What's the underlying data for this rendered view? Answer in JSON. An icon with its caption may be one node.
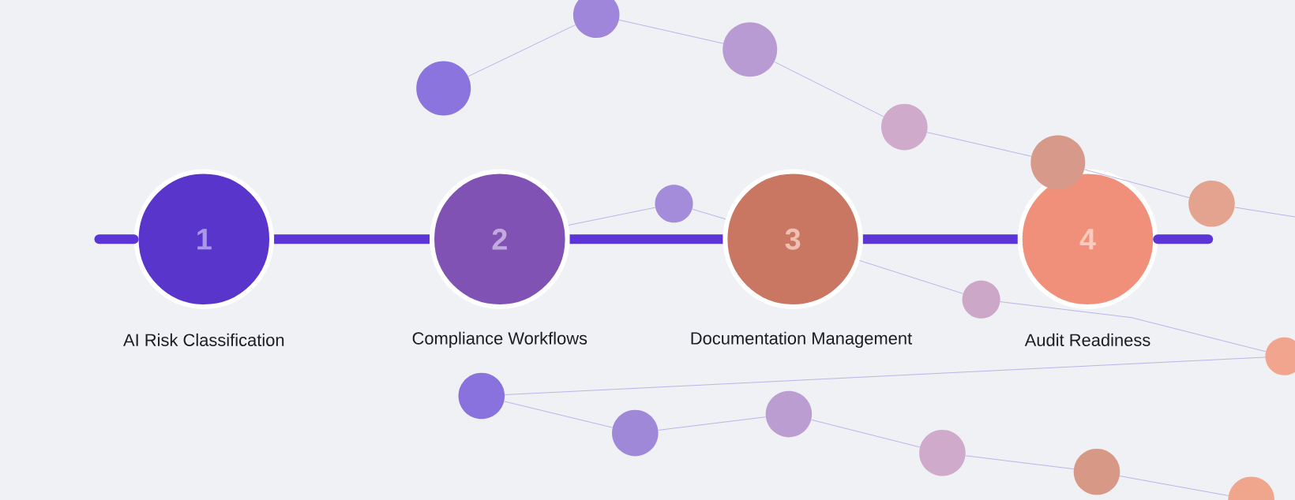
{
  "diagram": {
    "nodes": [
      {
        "text": [
          "1"
        ],
        "beside": [
          "AI Risk Classification"
        ]
      },
      {
        "text": [
          "2"
        ],
        "beside": [
          "Compliance Workflows"
        ]
      },
      {
        "text": [
          "3"
        ],
        "beside": [
          "Documentation Management"
        ]
      },
      {
        "text": [
          "4"
        ],
        "beside": [
          "Audit Readiness"
        ]
      },
      {
        "text": [],
        "shape": "circle"
      },
      {
        "text": [],
        "shape": "circle"
      },
      {
        "text": [],
        "shape": "circle"
      },
      {
        "text": [],
        "shape": "circle"
      },
      {
        "text": [],
        "shape": "circle"
      },
      {
        "text": [],
        "shape": "circle"
      },
      {
        "text": [],
        "shape": "circle"
      },
      {
        "text": [],
        "shape": "circle"
      },
      {
        "text": [],
        "shape": "circle"
      },
      {
        "text": [],
        "shape": "circle"
      },
      {
        "text": [],
        "shape": "circle"
      },
      {
        "text": [],
        "shape": "circle"
      },
      {
        "text": [],
        "shape": "circle"
      },
      {
        "text": [],
        "shape": "circle"
      },
      {
        "text": [],
        "shape": "circle"
      }
    ],
    "edges": [
      {
        "from": 0,
        "to": 1,
        "arrow": "none",
        "style": "thick",
        "color": "#5b35d5"
      },
      {
        "from": 1,
        "to": 2,
        "arrow": "none",
        "style": "thick",
        "color": "#5b35d5"
      },
      {
        "from": 2,
        "to": 3,
        "arrow": "none",
        "style": "thick",
        "color": "#5b35d5"
      },
      {
        "from": 4,
        "to": 5,
        "arrow": "none"
      },
      {
        "from": 5,
        "to": 6,
        "arrow": "none"
      },
      {
        "from": 6,
        "to": 7,
        "arrow": "none"
      },
      {
        "from": 7,
        "to": 8,
        "arrow": "none"
      },
      {
        "from": 8,
        "to": 9,
        "arrow": "none"
      },
      {
        "from": 9,
        "to": null,
        "arrow": "none"
      },
      {
        "from": 1,
        "to": 10,
        "arrow": "none"
      },
      {
        "from": 10,
        "to": 2,
        "arrow": "none"
      },
      {
        "from": 2,
        "to": 11,
        "arrow": "none"
      },
      {
        "from": 11,
        "to": 12,
        "arrow": "none"
      },
      {
        "from": 12,
        "to": 13,
        "arrow": "none"
      },
      {
        "from": 13,
        "to": 14,
        "arrow": "none"
      },
      {
        "from": 14,
        "to": 15,
        "arrow": "none"
      },
      {
        "from": 15,
        "to": 16,
        "arrow": "none"
      },
      {
        "from": 16,
        "to": 17,
        "arrow": "none"
      },
      {
        "from": 17,
        "to": 18,
        "arrow": "none"
      }
    ]
  }
}
